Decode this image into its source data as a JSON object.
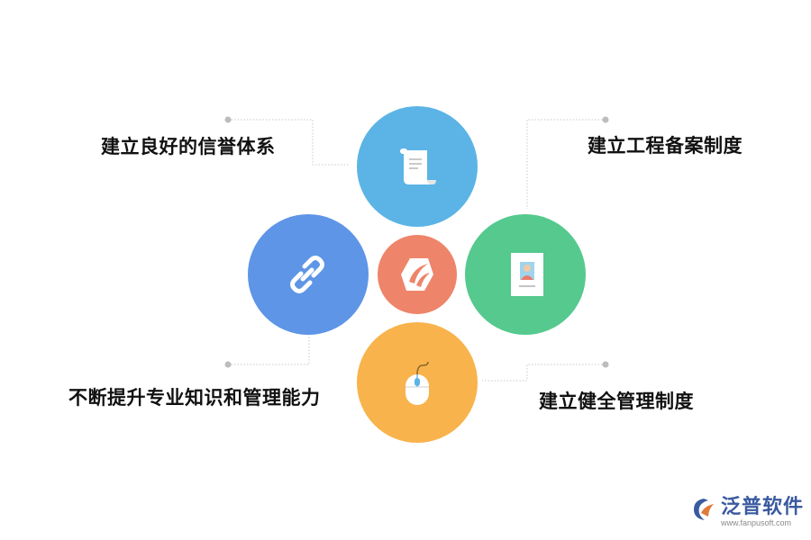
{
  "items": [
    {
      "label": "建立良好的信誉体系",
      "icon": "scroll-icon",
      "color": "#5BB4E5"
    },
    {
      "label": "建立工程备案制度",
      "icon": "document-photo-icon",
      "color": "#55C98E"
    },
    {
      "label": "不断提升专业知识和管理能力",
      "icon": "link-icon",
      "color": "#5E95E6"
    },
    {
      "label": "建立健全管理制度",
      "icon": "mouse-icon",
      "color": "#F8B34C"
    }
  ],
  "center": {
    "icon": "brand-logo-icon",
    "color": "#EE8469"
  },
  "logo": {
    "name": "泛普软件",
    "url": "www.fanpusoft.com",
    "icon": "fanpu-logo-icon"
  }
}
